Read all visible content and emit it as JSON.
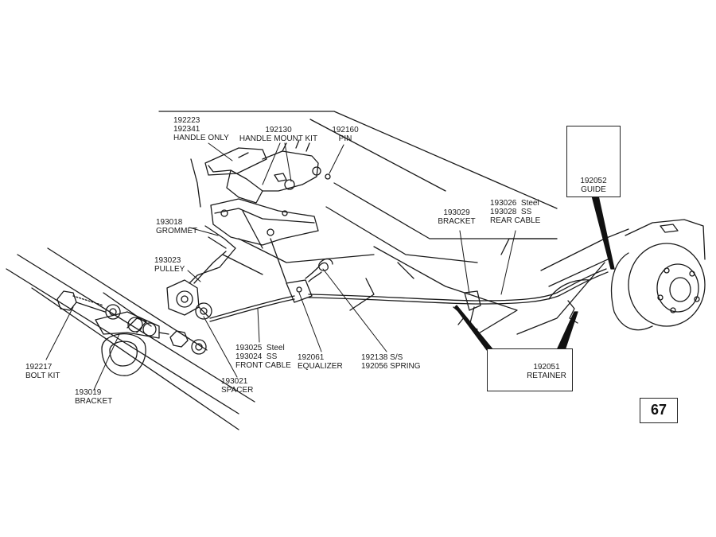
{
  "page_number": "67",
  "callouts": {
    "handle": [
      "192223",
      "192341",
      "HANDLE ONLY"
    ],
    "handle_mount": [
      "192130",
      "HANDLE MOUNT KIT"
    ],
    "pin": [
      "192160",
      "PIN"
    ],
    "grommet": [
      "193018",
      "GROMMET"
    ],
    "pulley": [
      "193023",
      "PULLEY"
    ],
    "bolt_kit": [
      "192217",
      "BOLT KIT"
    ],
    "bracket_front": [
      "193019",
      "BRACKET"
    ],
    "spacer": [
      "193021",
      "SPACER"
    ],
    "front_cable": [
      "193025  Steel",
      "193024  SS",
      "FRONT CABLE"
    ],
    "equalizer": [
      "192061",
      "EQUALIZER"
    ],
    "spring": [
      "192138 S/S",
      "192056 SPRING"
    ],
    "bracket_rear": [
      "193029",
      "BRACKET"
    ],
    "rear_cable": [
      "193026  Steel",
      "193028  SS",
      "REAR CABLE"
    ],
    "guide": [
      "192052",
      "GUIDE"
    ],
    "retainer": [
      "192051",
      "RETAINER"
    ]
  }
}
